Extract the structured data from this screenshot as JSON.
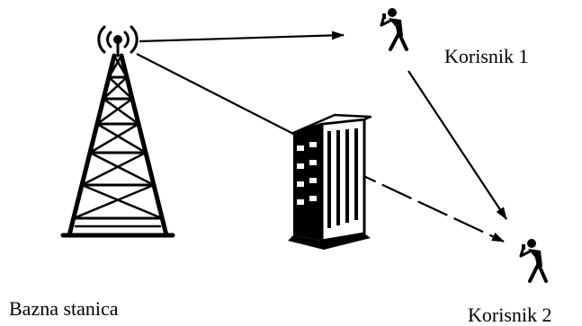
{
  "labels": {
    "base_station": "Bazna stanica",
    "user_1": "Korisnik 1",
    "user_2": "Korisnik 2"
  },
  "icons": {
    "tower": "cell-tower-icon",
    "building": "building-icon",
    "user_1": "person-phone-icon",
    "user_2": "person-phone-icon"
  },
  "colors": {
    "ink": "#000000",
    "background": "#ffffff"
  }
}
